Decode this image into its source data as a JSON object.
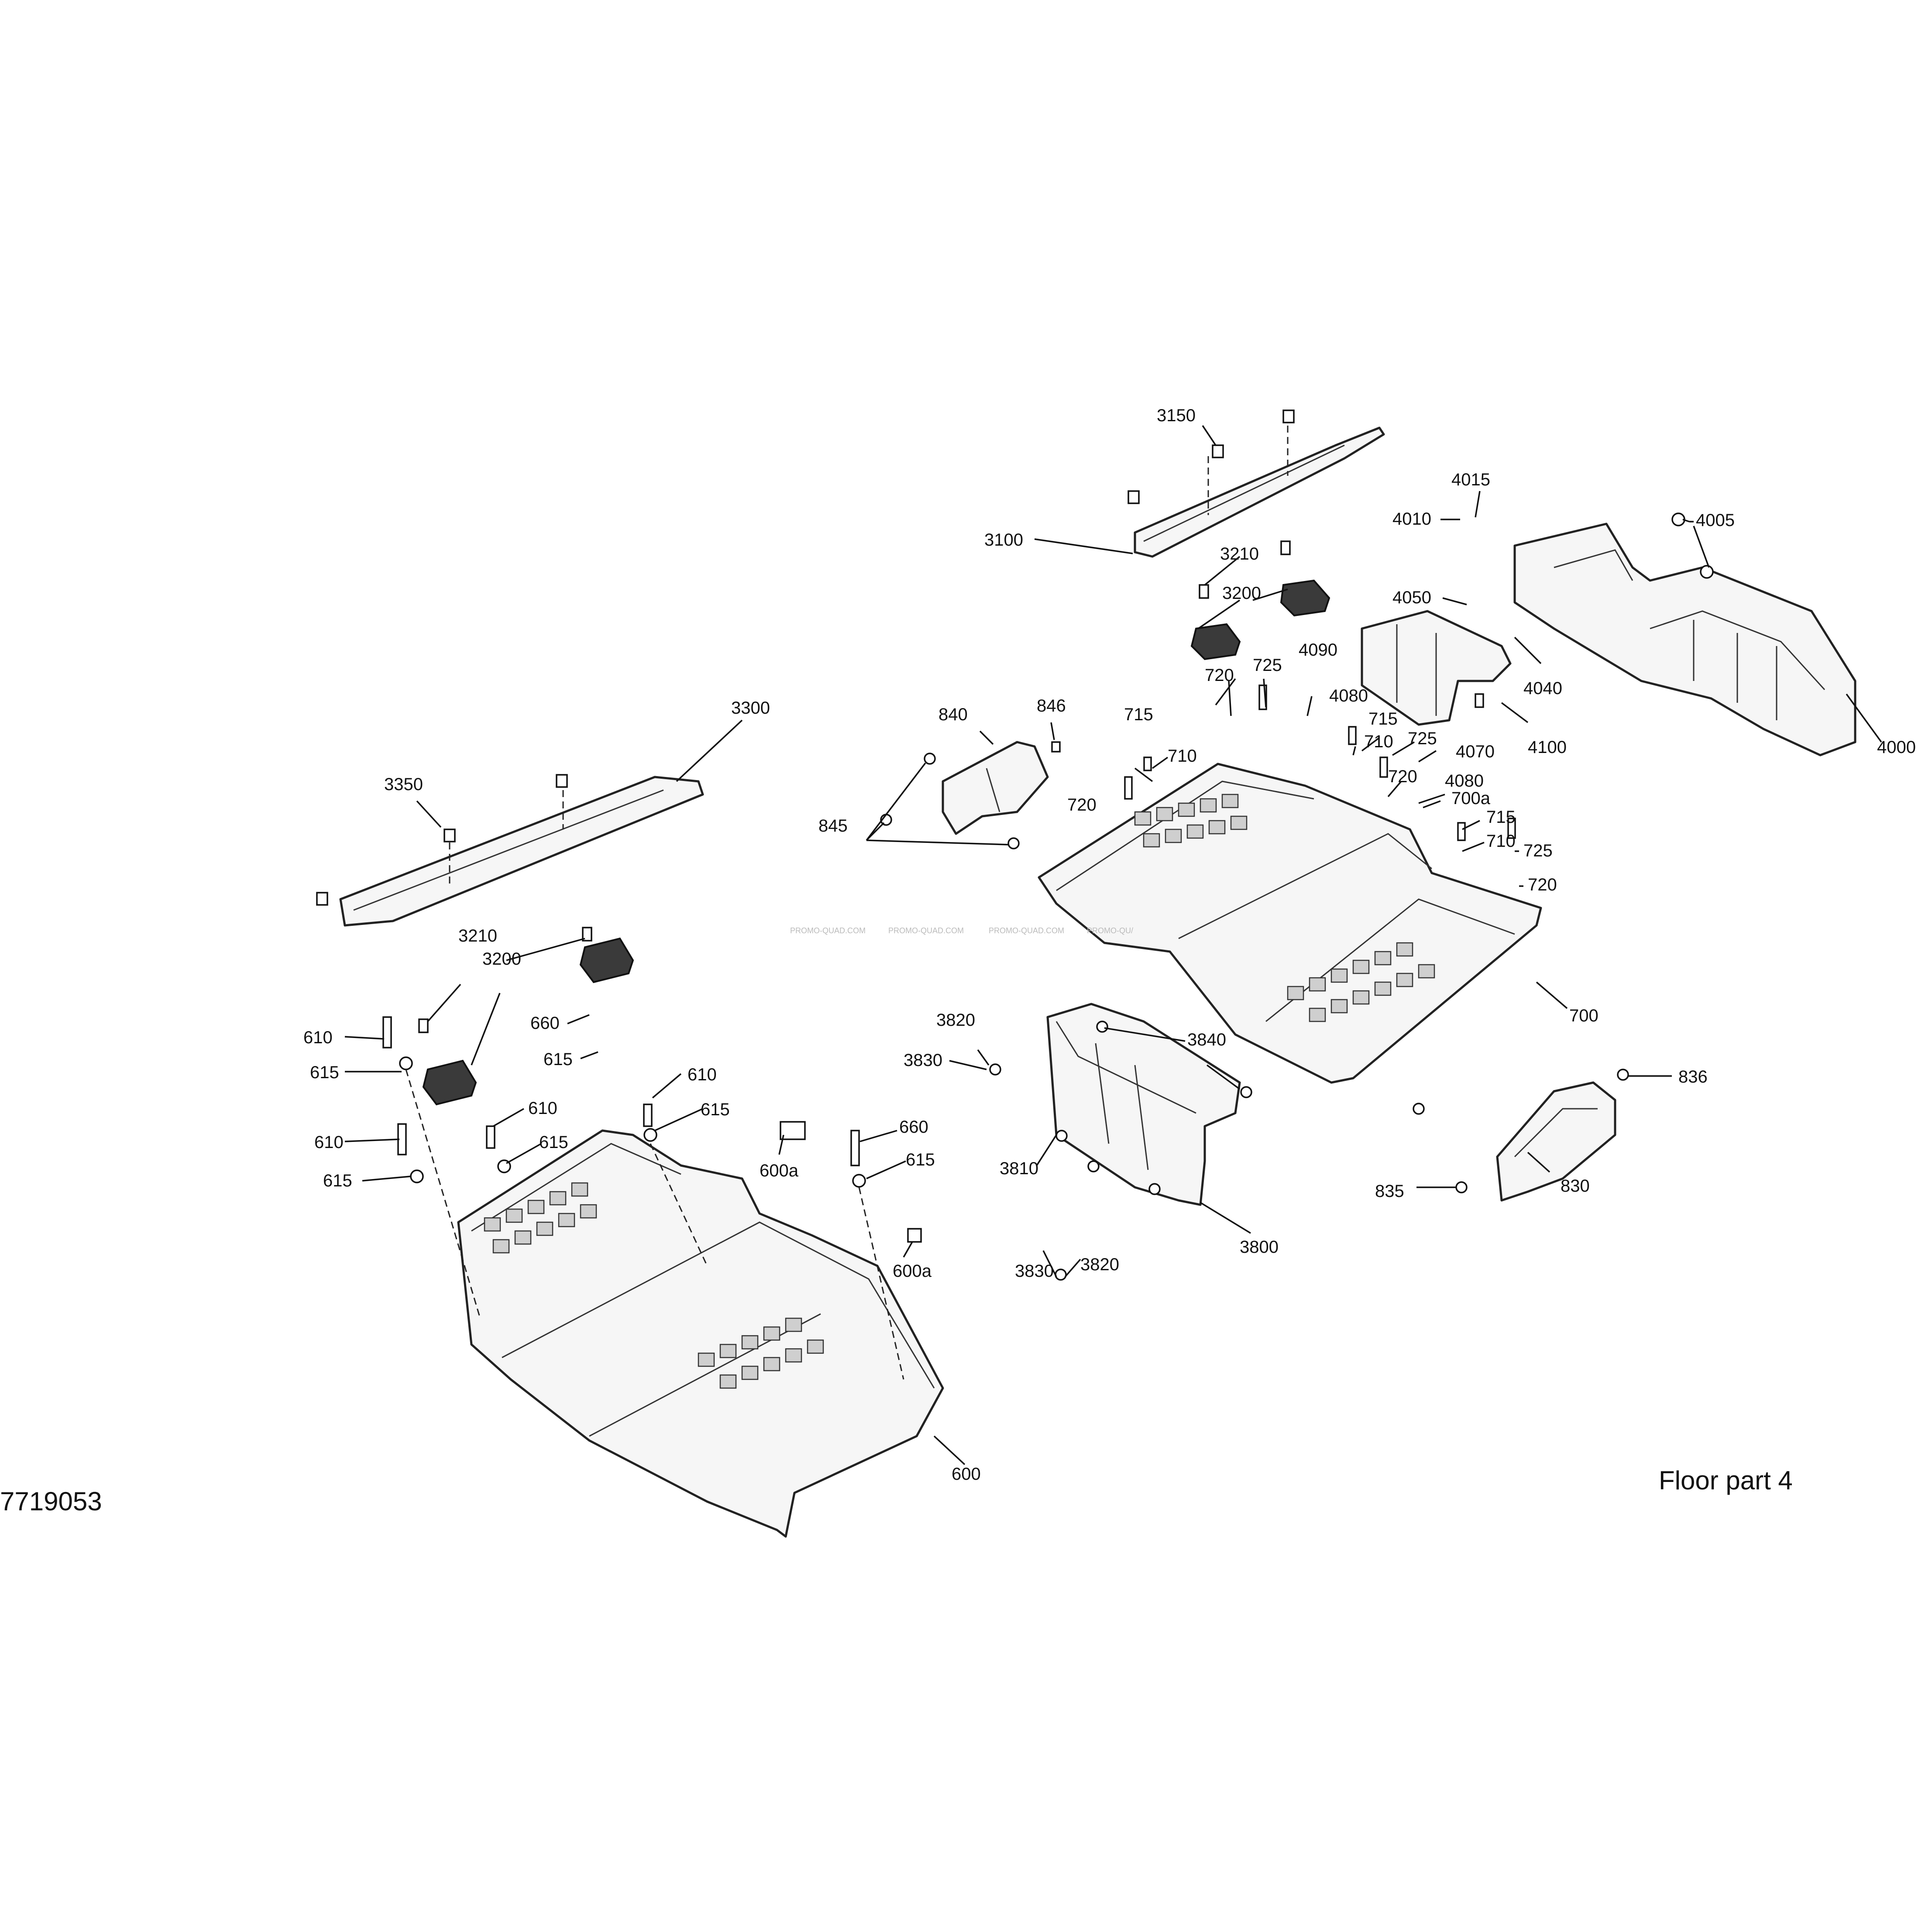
{
  "diagram_id": "7719053",
  "title": "Floor part 4",
  "watermark": [
    "PROMO-QUAD.COM",
    "PROMO-QUAD.COM",
    "PROMO-QUAD.COM",
    "PROMO-QU/"
  ],
  "callouts": {
    "c3150": "3150",
    "c3100": "3100",
    "c3210a": "3210",
    "c3200a": "3200",
    "c4015": "4015",
    "c4010": "4010",
    "c4005": "4005",
    "c4050": "4050",
    "c4090": "4090",
    "c4080a": "4080",
    "c4040": "4040",
    "c4100": "4100",
    "c4000": "4000",
    "c720a": "720",
    "c725a": "725",
    "c715a": "715",
    "c710a": "710",
    "c715b": "715",
    "c710b": "710",
    "c725b": "725",
    "c4070": "4070",
    "c720b": "720",
    "c4080b": "4080",
    "c700a": "700a",
    "c720c": "720",
    "c715c": "715",
    "c710c": "710",
    "c725c": "725",
    "c720d": "720",
    "c700": "700",
    "c840": "840",
    "c846": "846",
    "c845": "845",
    "c3300": "3300",
    "c3350": "3350",
    "c3210b": "3210",
    "c3200b": "3200",
    "c610a": "610",
    "c615a": "615",
    "c660a": "660",
    "c615b": "615",
    "c610b": "610",
    "c615c": "615",
    "c610c": "610",
    "c615d": "615",
    "c610d": "610",
    "c615e": "615",
    "c600a1": "600a",
    "c660b": "660",
    "c615f": "615",
    "c600a2": "600a",
    "c600": "600",
    "c3820a": "3820",
    "c3830a": "3830",
    "c3840": "3840",
    "c3810": "3810",
    "c3830b": "3830",
    "c3820b": "3820",
    "c3800": "3800",
    "c836": "836",
    "c830": "830",
    "c835": "835"
  }
}
